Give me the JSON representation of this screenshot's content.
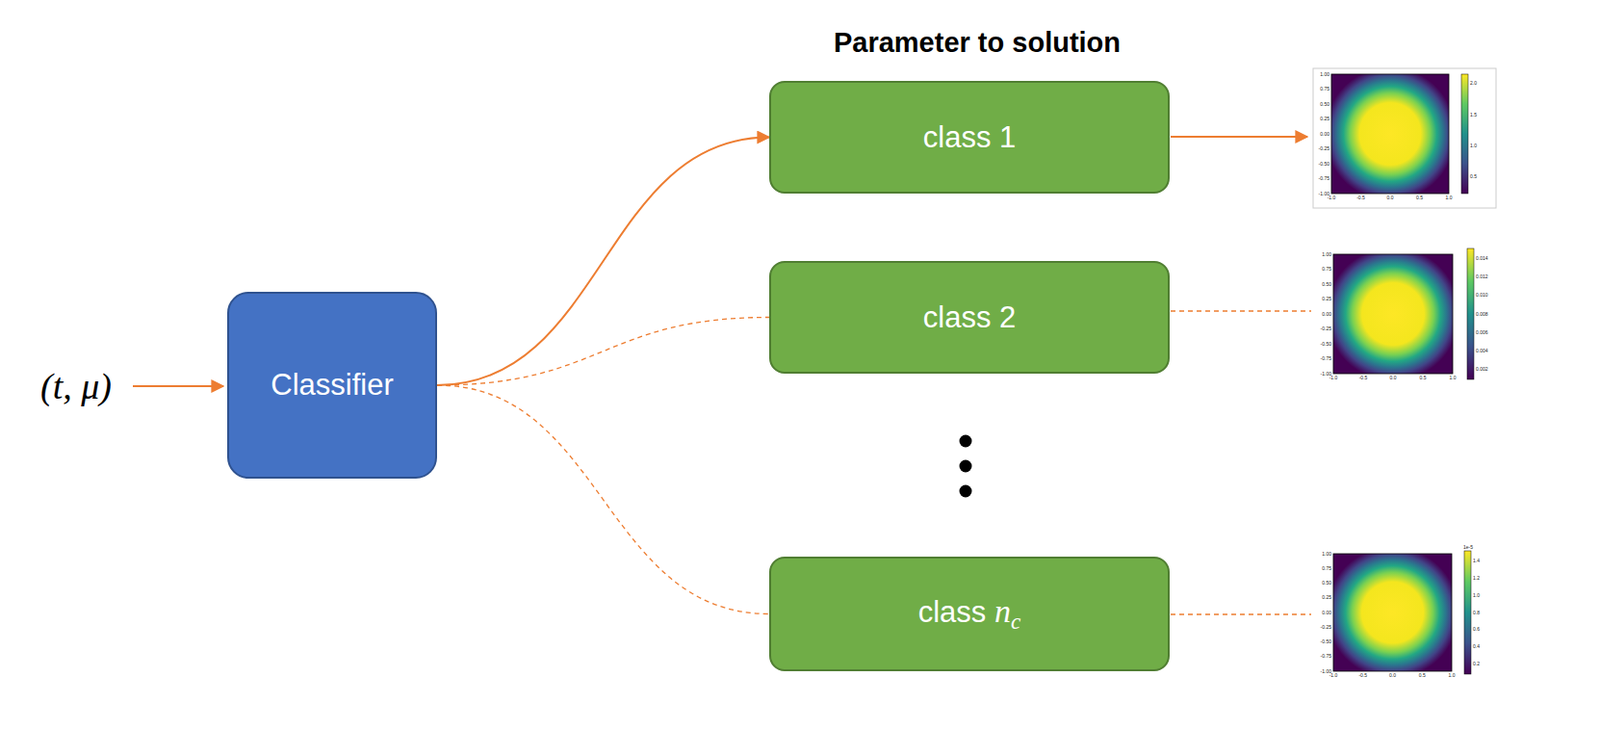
{
  "diagram": {
    "title": "Parameter to solution",
    "nodes": [
      {
        "text": [
          "Classifier"
        ]
      },
      {
        "text": [
          "class 1"
        ]
      },
      {
        "text": [
          "class 2"
        ]
      },
      {
        "text": [
          "class nc"
        ]
      }
    ],
    "edges": [
      {
        "from": 0,
        "to": 1,
        "arrow": "to"
      },
      {
        "from": 0,
        "to": 2,
        "arrow": "none"
      },
      {
        "from": 0,
        "to": 3,
        "arrow": "none"
      }
    ],
    "labels": [
      "(t, μ)",
      "1.00",
      "0.75",
      "0.50",
      "0.25",
      "0.00",
      "-0.25",
      "-0.50",
      "-0.75",
      "-1.00",
      "-1.0",
      "-0.5",
      "0.0",
      "0.5",
      "1.0",
      "2.0",
      "1.5",
      "1.0",
      "0.5",
      "1.00",
      "0.75",
      "0.50",
      "0.25",
      "0.00",
      "-0.25",
      "-0.50",
      "-0.75",
      "-1.00",
      "-1.0",
      "-0.5",
      "0.0",
      "0.5",
      "1.0",
      "0.014",
      "0.012",
      "0.010",
      "0.008",
      "0.006",
      "0.004",
      "0.002",
      "1.00",
      "0.75",
      "0.50",
      "0.25",
      "0.00",
      "-0.25",
      "-0.50",
      "-0.75",
      "-1.00",
      "-1.0",
      "-0.5",
      "0.0",
      "0.5",
      "1.0",
      "1e-5",
      "1.4",
      "1.2",
      "1.0",
      "0.8",
      "0.6",
      "0.4",
      "0.2"
    ]
  }
}
